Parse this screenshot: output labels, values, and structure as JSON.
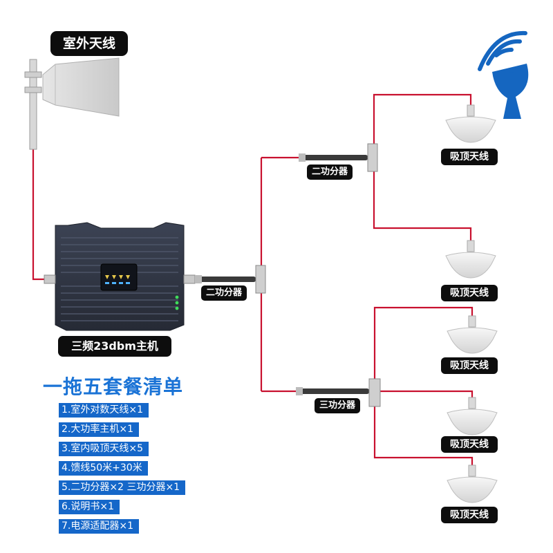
{
  "labels": {
    "outdoor_antenna": "室外天线",
    "host": "三频23dbm主机",
    "splitter_top": "二功分器",
    "splitter_main": "二功分器",
    "splitter_bottom": "三功分器",
    "ceiling_antennas": [
      "吸顶天线",
      "吸顶天线",
      "吸顶天线",
      "吸顶天线",
      "吸顶天线"
    ]
  },
  "package_list": {
    "title": "一拖五套餐清单",
    "items": [
      "1.室外对数天线×1",
      "2.大功率主机×1",
      "3.室内吸顶天线×5",
      "4.馈线50米+30米",
      "5.二功分器×2 三功分器×1",
      "6.说明书×1",
      "7.电源适配器×1"
    ]
  },
  "colors": {
    "cable": "#c8102e",
    "list_title": "#1a73d6",
    "list_item_bg": "#1567c9",
    "label_bg": "#0d0d0d",
    "host_body": "#353b4b",
    "dish": "#1566c0"
  },
  "icons": [
    "log-periodic-antenna-icon",
    "repeater-host-icon",
    "power-splitter-icon",
    "ceiling-antenna-icon",
    "satellite-dish-icon"
  ]
}
